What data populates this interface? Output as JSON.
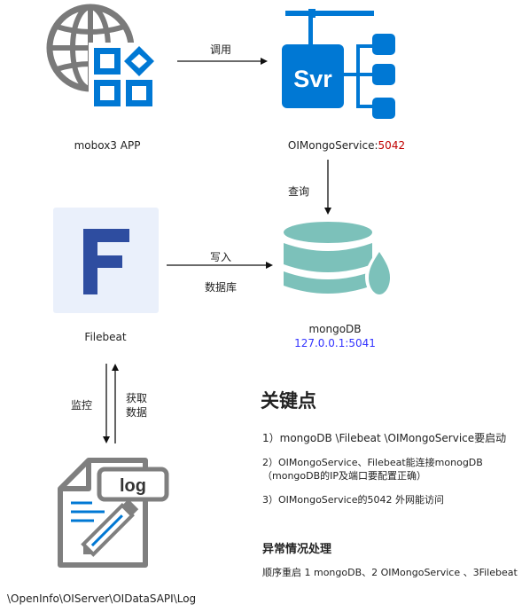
{
  "nodes": {
    "mobox": {
      "label": "mobox3 APP"
    },
    "oiservice": {
      "label_name": "OIMongoService:",
      "label_port": "5042",
      "svr_text": "Svr"
    },
    "filebeat": {
      "label": "Filebeat",
      "logo_letter": "F"
    },
    "mongodb": {
      "label": "mongoDB",
      "address": "127.0.0.1:5041"
    },
    "log": {
      "badge": "log",
      "path": "\\OpenInfo\\OIServer\\OIDataSAPI\\Log"
    }
  },
  "edges": {
    "call": "调用",
    "query": "查询",
    "write_line1": "写入",
    "write_line2": "数据库",
    "monitor": "监控",
    "fetch_line1": "获取",
    "fetch_line2": "数据"
  },
  "notes": {
    "key_title": "关键点",
    "key_points": [
      "1）mongoDB \\Filebeat \\OIMongoService要启动",
      "2）OIMongoService、Filebeat能连接monogDB",
      "（mongoDB的IP及端口要配置正确）",
      "3）OIMongoService的5042 外网能访问"
    ],
    "exception_title": "异常情况处理",
    "exception_text": "顺序重启 1 mongoDB、2 OIMongoService 、3Filebeat"
  },
  "colors": {
    "azure_blue": "#0078D4",
    "globe_gray": "#7a7a7a",
    "mongo_teal": "#7CC1BA",
    "filebeat_bg": "#EAF0FB",
    "filebeat_letter": "#2E4DA0",
    "port_red": "#C00000",
    "address_blue": "#3333FF",
    "log_gray": "#7F7F7F"
  }
}
